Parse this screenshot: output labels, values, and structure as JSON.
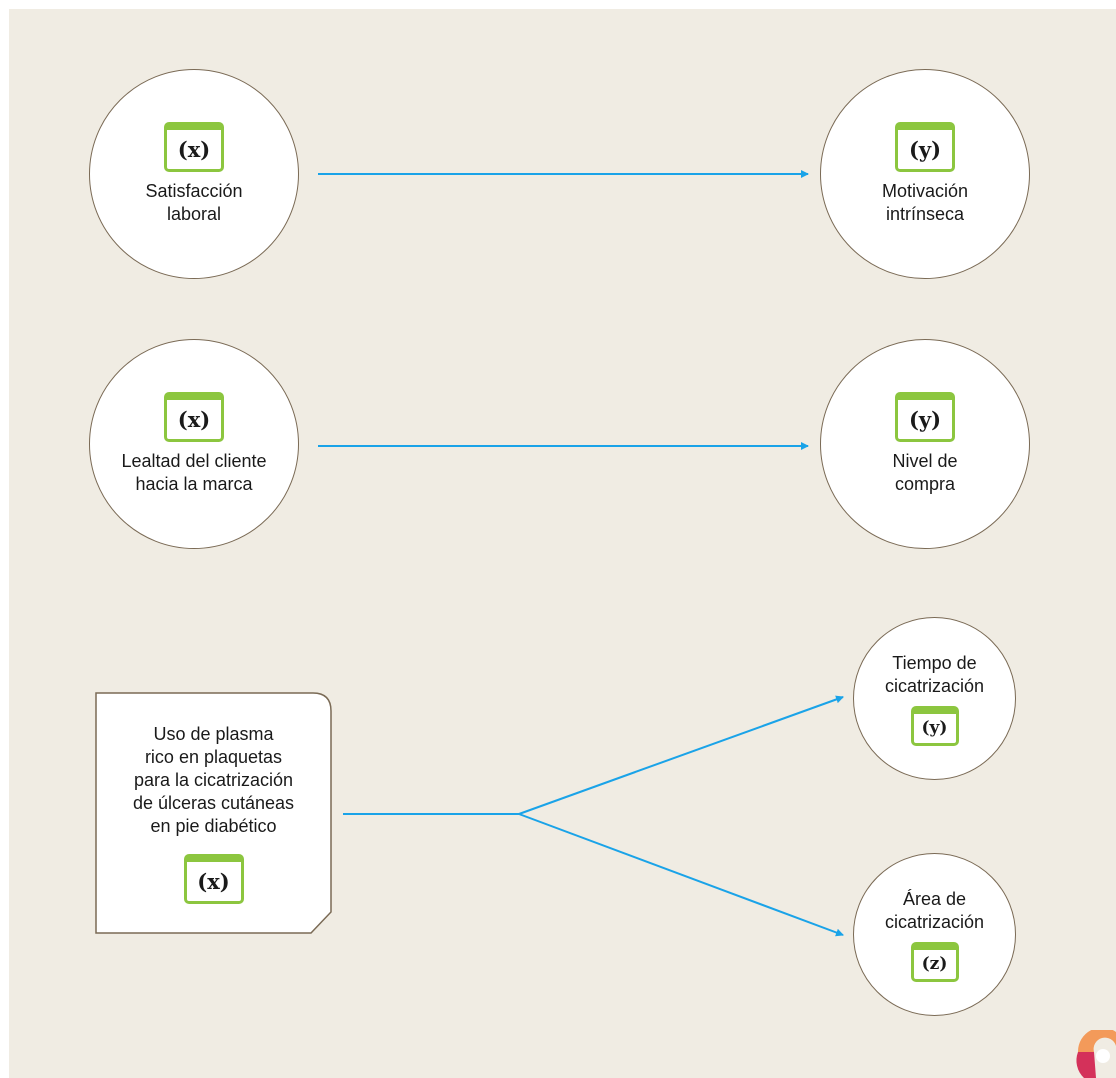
{
  "rows": [
    {
      "source": {
        "tag": "(x)",
        "label": "Satisfacción\nlaboral"
      },
      "target": {
        "tag": "(y)",
        "label": "Motivación\nintrínseca"
      }
    },
    {
      "source": {
        "tag": "(x)",
        "label": "Lealtad del cliente\nhacia la marca"
      },
      "target": {
        "tag": "(y)",
        "label": "Nivel de\ncompra"
      }
    }
  ],
  "branch": {
    "source": {
      "label": "Uso de plasma\nrico en plaquetas\npara la cicatrización\nde úlceras cutáneas\nen pie diabético",
      "tag": "(x)"
    },
    "targets": [
      {
        "label": "Tiempo de\ncicatrización",
        "tag": "(y)"
      },
      {
        "label": "Área de\ncicatrización",
        "tag": "(z)"
      }
    ]
  },
  "colors": {
    "background": "#f0ece3",
    "arrow": "#1aa3e8",
    "tag_border": "#8cc63f",
    "node_border": "#7a6a55"
  }
}
